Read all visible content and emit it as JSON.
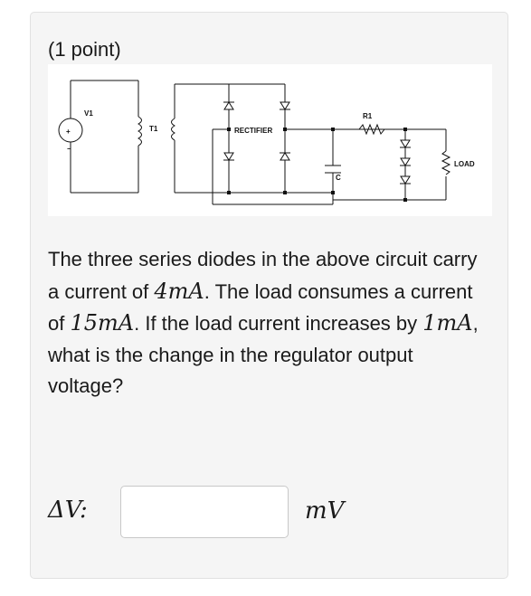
{
  "problem": {
    "points": "(1 point)",
    "text_parts": [
      "The three series diodes in the above circuit carry a current of ",
      "4mA",
      ". The load consumes a current of ",
      "15mA",
      ". If the load current increases by ",
      "1mA",
      ", what is the change in the regulator output voltage?"
    ]
  },
  "circuit": {
    "labels": {
      "v1": "V1",
      "t1": "T1",
      "rectifier": "RECTIFIER",
      "r1": "R1",
      "c": "C",
      "load": "LOAD",
      "plus": "+",
      "minus": "−"
    }
  },
  "answer": {
    "label": "ΔV:",
    "value": "",
    "unit": "mV"
  }
}
